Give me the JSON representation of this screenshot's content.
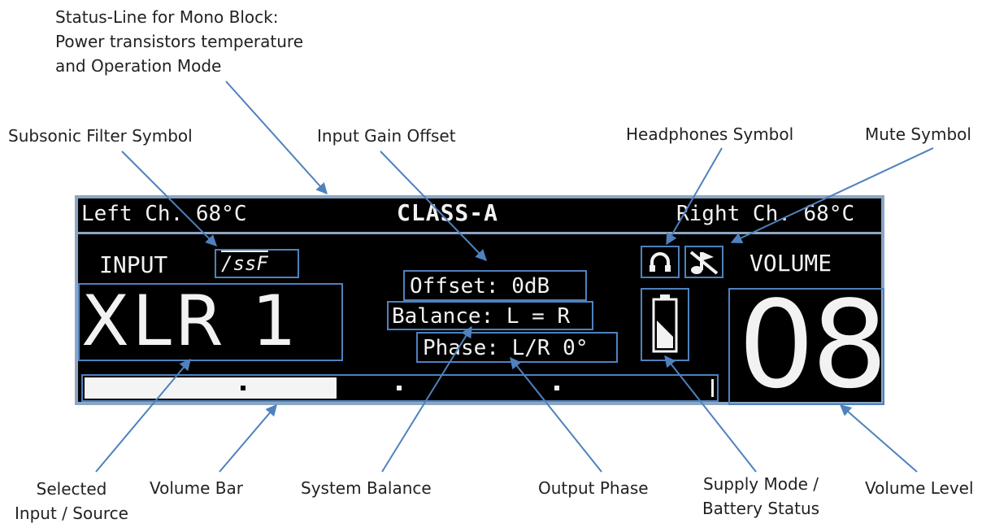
{
  "annotations": {
    "status_line": [
      "Status-Line for Mono Block:",
      "Power transistors temperature",
      "and Operation Mode"
    ],
    "subsonic_filter": "Subsonic Filter Symbol",
    "input_gain": "Input Gain Offset",
    "headphones": "Headphones Symbol",
    "mute": "Mute Symbol",
    "selected_input": [
      "Selected",
      "Input / Source"
    ],
    "volume_bar": "Volume Bar",
    "system_balance": "System Balance",
    "output_phase": "Output Phase",
    "supply_mode": [
      "Supply Mode /",
      "Battery Status"
    ],
    "volume_level": "Volume Level"
  },
  "display": {
    "left_temp": "Left Ch. 68°C",
    "mode": "CLASS-A",
    "right_temp": "Right Ch. 68°C",
    "input_label": "INPUT",
    "ssf": "/ssF",
    "offset": "Offset: 0dB",
    "balance": "Balance: L = R",
    "phase": "Phase: L/R 0°",
    "volume_label": "VOLUME",
    "source": "XLR 1",
    "volume_value": "08",
    "volume_fraction": 0.4
  },
  "colors": {
    "display_bg": "#000000",
    "display_fg": "#f2f2f2",
    "callout": "#4f81bd",
    "frame": "#8aa6c4"
  }
}
